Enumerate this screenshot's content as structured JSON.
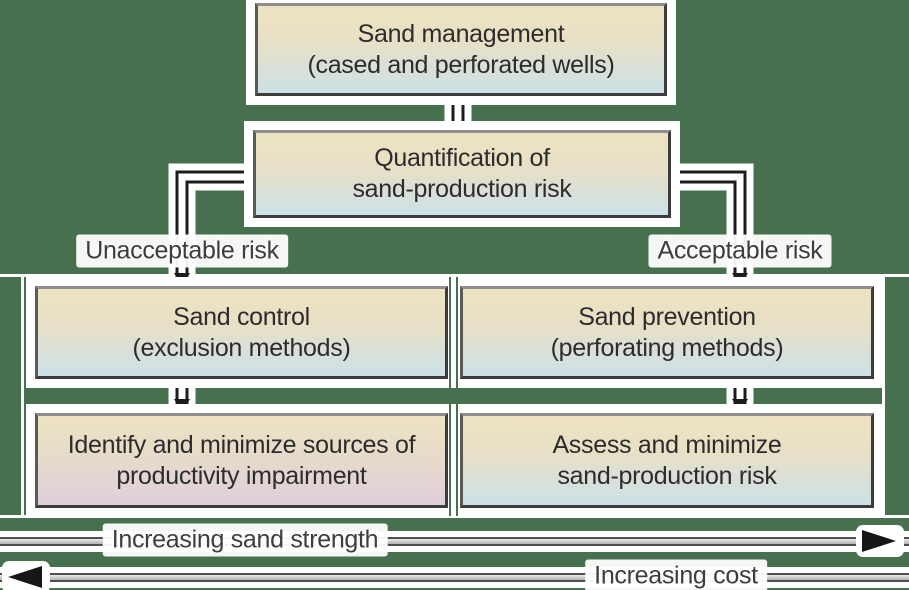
{
  "figure": {
    "title_context": "Sand management decision flowchart",
    "nodes": {
      "sand_management": {
        "line1": "Sand management",
        "line2": "(cased and perforated wells)"
      },
      "quantification": {
        "line1": "Quantification of",
        "line2": "sand-production risk"
      },
      "sand_control": {
        "line1": "Sand control",
        "line2": "(exclusion methods)"
      },
      "sand_prevention": {
        "line1": "Sand prevention",
        "line2": "(perforating methods)"
      },
      "identify": {
        "line1": "Identify and minimize sources of",
        "line2": "productivity impairment"
      },
      "assess": {
        "line1": "Assess and minimize",
        "line2": "sand-production risk"
      }
    },
    "branch_labels": {
      "left": "Unacceptable risk",
      "right": "Acceptable risk"
    },
    "axis_arrows": {
      "sand_strength": {
        "label": "Increasing sand strength",
        "direction": "right"
      },
      "cost": {
        "label": "Increasing cost",
        "direction": "left"
      }
    },
    "colors": {
      "background": "#47704E",
      "box_gradient_top": "#EDE3C1",
      "box_gradient_bottom": "#CCE1E8",
      "box_gradient_bottom_alt_pink": "#DFCFDC",
      "box_border": "#3C3C3C",
      "connector_line": "#1C1C1C",
      "axis_line_fill": "#B3B3B3",
      "text": "#2C2C2C",
      "halo": "#FFFFFF"
    }
  }
}
